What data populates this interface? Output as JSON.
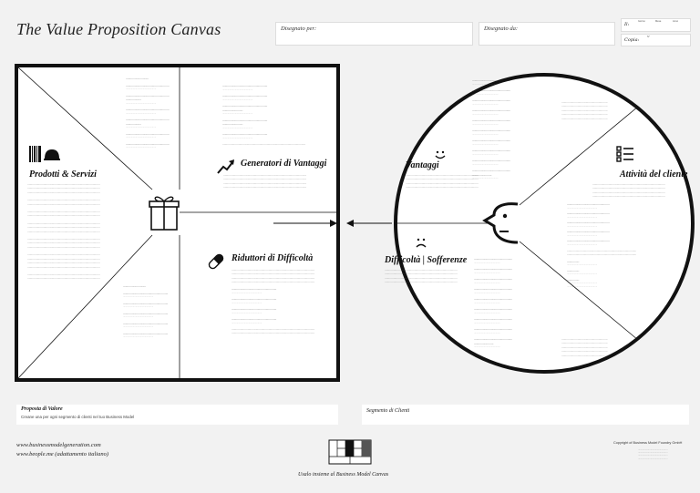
{
  "header": {
    "title": "The Value Proposition Canvas",
    "designed_for": "Disegnato per:",
    "designed_by": "Disegnato da:",
    "il": "Il:",
    "giorno": "Giorno",
    "mese": "Mese",
    "anno": "Anno",
    "copia": "Copia:",
    "copia_no": "N°"
  },
  "value_map": {
    "products": {
      "title": "Prodotti & Servizi",
      "icon": "barcode-icon"
    },
    "gains": {
      "title": "Generatori di Vantaggi",
      "icon": "chart-arrow-icon"
    },
    "pains": {
      "title": "Riduttori di Difficoltà",
      "icon": "pill-icon"
    },
    "center_icon": "gift-icon"
  },
  "customer": {
    "gains": {
      "title": "Vantaggi",
      "icon": "smile-icon"
    },
    "pains": {
      "title": "Difficoltà | Sofferenze",
      "icon": "sad-icon"
    },
    "jobs": {
      "title": "Attività del cliente",
      "icon": "checklist-icon"
    },
    "face_icon": "face-icon"
  },
  "bottom": {
    "value_prop": "Proposta di Valore",
    "value_prop_sub": "Creane una per ogni segmento di clienti nel tuo Business Model",
    "segment": "Segmento di Clienti",
    "use_together": "Usalo insieme al Business Model Canvas"
  },
  "footer": {
    "url1": "www.businessmodelgeneration.com",
    "url2": "www.beople.me (adattamento italiano)",
    "copyright": "Copyright of Business Model Foundry GmbH"
  }
}
